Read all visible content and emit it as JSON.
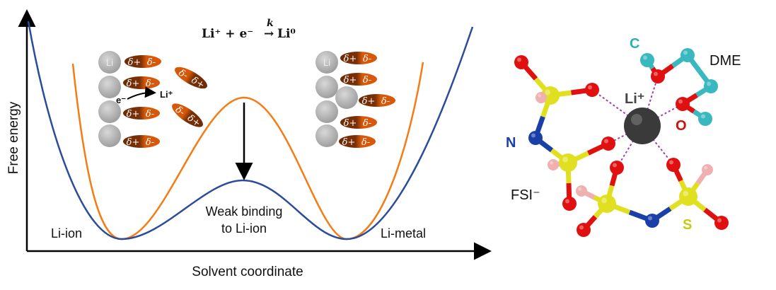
{
  "left_panel": {
    "y_axis_label": "Free energy",
    "x_axis_label": "Solvent coordinate",
    "left_well_label": "Li-ion",
    "right_well_label": "Li-metal",
    "barrier_label_line1": "Weak binding",
    "barrier_label_line2": "to Li-ion",
    "equation": {
      "lhs": "Li⁺ + e⁻",
      "arrow": "→",
      "rate_constant": "k",
      "rhs": "Li⁰"
    },
    "li_atom_label": "Li",
    "electron_label": "e⁻",
    "li_ion_label": "Li⁺",
    "dipole_positive": "δ+",
    "dipole_negative": "δ-",
    "colors": {
      "low_barrier_curve": "#2b4c9b",
      "high_barrier_curve": "#f57c14",
      "dipole_dark": "#6e2a05",
      "dipole_light": "#d8580a",
      "li_sphere": "#b3b3b3"
    }
  },
  "right_panel": {
    "carbon_label": "C",
    "dme_label": "DME",
    "li_ion_label": "Li⁺",
    "oxygen_label": "O",
    "nitrogen_label": "N",
    "fsi_label": "FSI⁻",
    "sulfur_label": "S",
    "colors": {
      "oxygen": "#e01010",
      "sulfur": "#e0e020",
      "nitrogen": "#1a3fa8",
      "fluorine": "#f0b0b0",
      "carbon": "#3ab8c0",
      "lithium": "#3a3a3a",
      "coordination": "#a040b0"
    }
  }
}
